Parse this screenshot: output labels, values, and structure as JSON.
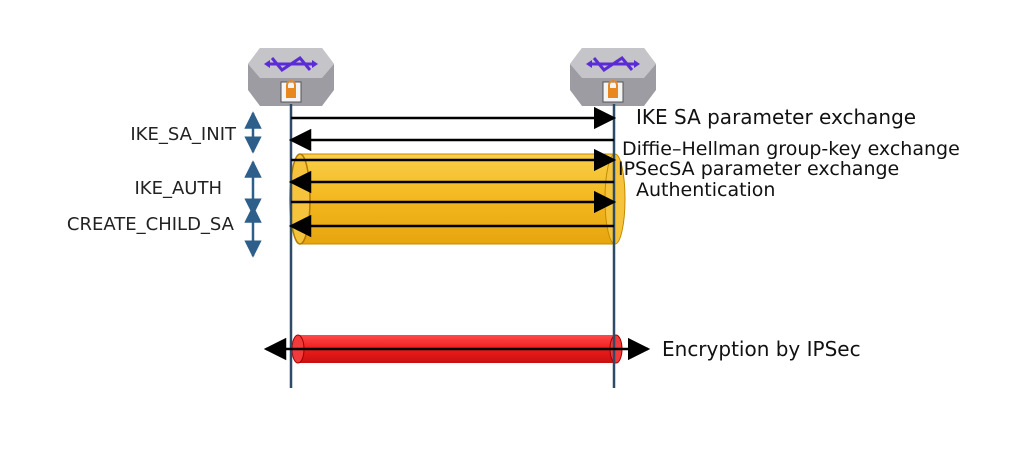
{
  "diagram": {
    "phases": {
      "ike_sa_init": "IKE_SA_INIT",
      "ike_auth": "IKE_AUTH",
      "create_child_sa": "CREATE_CHILD_SA"
    },
    "messages": {
      "ike_sa_param": "IKE SA parameter exchange",
      "dh_exchange": "Diffie–Hellman group-key exchange",
      "ipsec_sa_param": "IPSecSA parameter exchange",
      "authentication": "Authentication"
    },
    "tunnels": {
      "encryption": "Encryption by IPSec"
    },
    "nodes": {
      "left_icon": "router-lock-icon",
      "right_icon": "router-lock-icon"
    },
    "colors": {
      "lifeline": "#2e4a66",
      "phase_arrow": "#2e5f8a",
      "tunnel_ike": "#f3b81e",
      "tunnel_ipsec": "#ee1c1c",
      "router_body": "#a9a9ae",
      "router_arrows": "#5b2bd6",
      "lock": "#e8871e"
    }
  }
}
